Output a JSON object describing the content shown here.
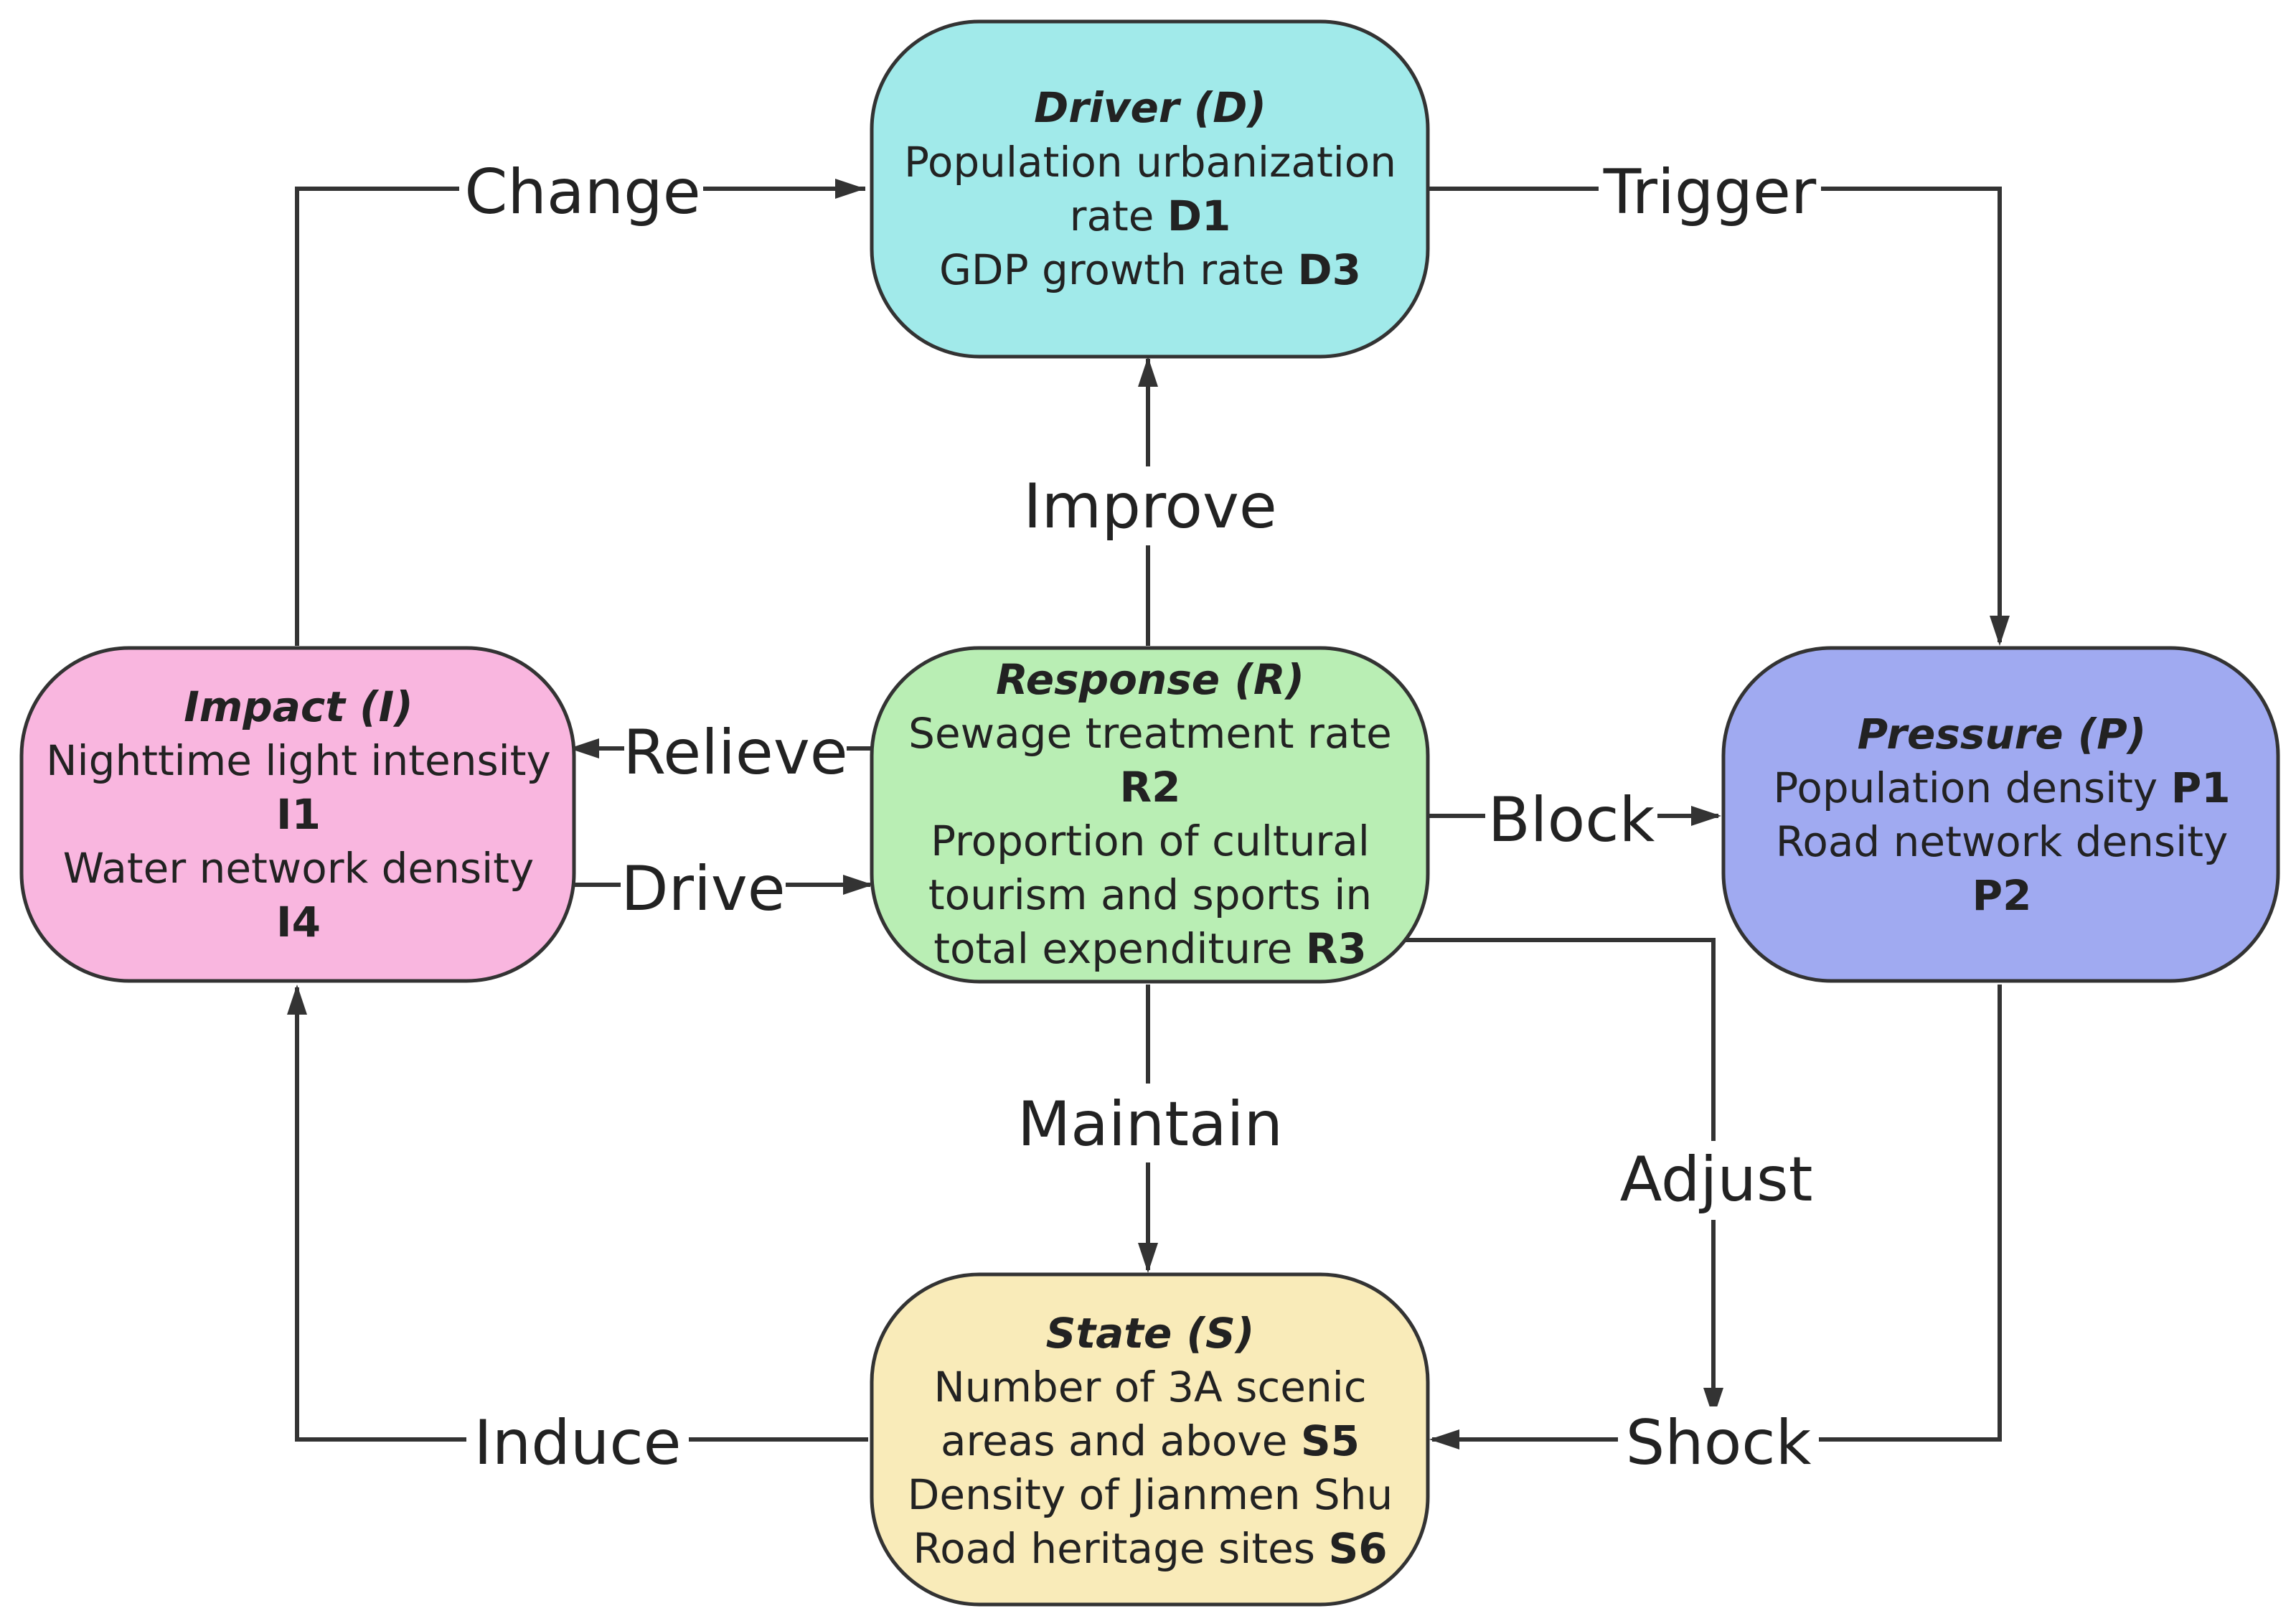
{
  "nodes": {
    "driver": {
      "title": "Driver (D)",
      "color": "#a1eaea",
      "lines": [
        {
          "text": "Population urbanization",
          "code": ""
        },
        {
          "text": "rate ",
          "code": "D1"
        },
        {
          "text": "GDP growth rate ",
          "code": "D3"
        }
      ]
    },
    "pressure": {
      "title": "Pressure (P)",
      "color": "#a0aaf1",
      "lines": [
        {
          "text": "Population density ",
          "code": "P1"
        },
        {
          "text": "Road network density",
          "code": ""
        },
        {
          "text": "",
          "code": "P2"
        }
      ]
    },
    "response": {
      "title": "Response (R)",
      "color": "#b9eeb4",
      "lines": [
        {
          "text": "Sewage treatment rate",
          "code": ""
        },
        {
          "text": "",
          "code": "R2"
        },
        {
          "text": "Proportion of cultural",
          "code": ""
        },
        {
          "text": "tourism and sports in",
          "code": ""
        },
        {
          "text": "total expenditure ",
          "code": "R3"
        }
      ]
    },
    "impact": {
      "title": "Impact (I)",
      "color": "#f9b6df",
      "lines": [
        {
          "text": "Nighttime light intensity",
          "code": ""
        },
        {
          "text": "",
          "code": "I1"
        },
        {
          "text": "Water network density",
          "code": ""
        },
        {
          "text": "",
          "code": "I4"
        }
      ]
    },
    "state": {
      "title": "State (S)",
      "color": "#f9ebb9",
      "lines": [
        {
          "text": "Number of 3A scenic",
          "code": ""
        },
        {
          "text": "areas and above ",
          "code": "S5"
        },
        {
          "text": "Density of Jianmen Shu",
          "code": ""
        },
        {
          "text": "Road heritage sites ",
          "code": "S6"
        }
      ]
    }
  },
  "edges": {
    "change": "Change",
    "trigger": "Trigger",
    "improve": "Improve",
    "relieve": "Relieve",
    "drive": "Drive",
    "block": "Block",
    "maintain": "Maintain",
    "adjust": "Adjust",
    "induce": "Induce",
    "shock": "Shock"
  }
}
